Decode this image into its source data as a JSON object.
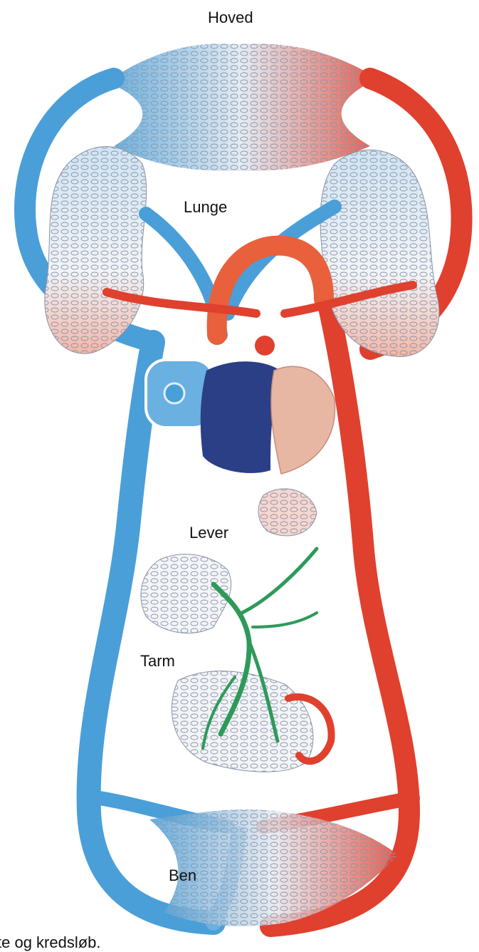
{
  "labels": {
    "head": "Hoved",
    "lung": "Lunge",
    "liver": "Lever",
    "gut": "Tarm",
    "legs": "Ben"
  },
  "caption": "te og kredsløb.",
  "colors": {
    "venous": "#4a9fd8",
    "venous_dark": "#2f6db0",
    "arterial": "#e0402e",
    "arterial_light": "#f07a55",
    "portal": "#2e9a5a",
    "capillary_outline": "#8a93a8",
    "heart_dark": "#2b3f86",
    "heart_light": "#e8b7a4"
  }
}
